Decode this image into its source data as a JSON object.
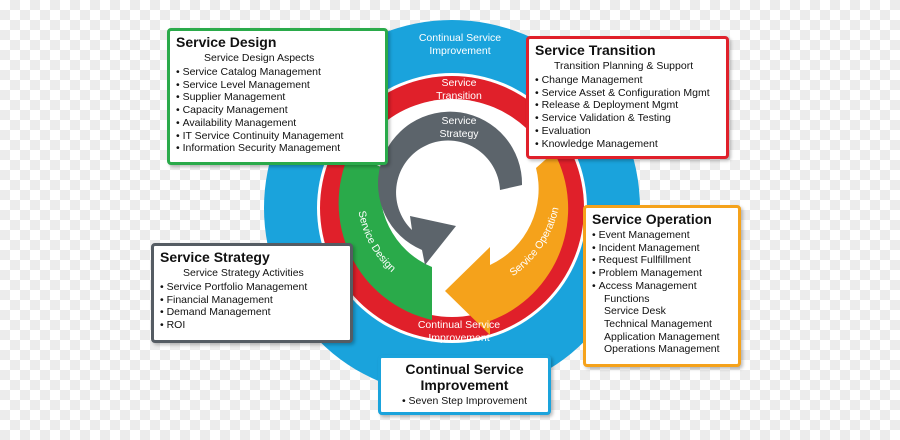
{
  "colors": {
    "csi": "#1aa3dc",
    "transition": "#e0202a",
    "design": "#2aaa4a",
    "operation": "#f5a21b",
    "strategy": "#5c646b",
    "inner": "#ffffff"
  },
  "ring_labels": {
    "csi_top": [
      "Continual Service",
      "Improvement"
    ],
    "csi_bottom": [
      "Continual Service",
      "Improvement"
    ],
    "transition": [
      "Service",
      "Transition"
    ],
    "strategy": [
      "Service",
      "Strategy"
    ],
    "design": "Service Design",
    "operation": "Service Operation"
  },
  "service_design": {
    "title": "Service Design",
    "subtitle": "Service Design Aspects",
    "items": [
      "Service Catalog Management",
      "Service Level Management",
      "Supplier Management",
      "Capacity Management",
      "Availability Management",
      "IT Service Continuity Management",
      "Information Security Management"
    ]
  },
  "service_transition": {
    "title": "Service Transition",
    "subtitle": "Transition Planning & Support",
    "items": [
      "Change Management",
      "Service Asset & Configuration Mgmt",
      "Release & Deployment Mgmt",
      "Service Validation & Testing",
      "Evaluation",
      "Knowledge Management"
    ]
  },
  "service_operation": {
    "title": "Service Operation",
    "items": [
      "Event Management",
      "Incident Management",
      "Request Fullfillment",
      "Problem Management",
      "Access Management"
    ],
    "sub_items": [
      "Functions",
      "Service Desk",
      "Technical Management",
      "Application Management",
      "Operations Management"
    ]
  },
  "service_strategy": {
    "title": "Service Strategy",
    "subtitle": "Service Strategy Activities",
    "items": [
      "Service Portfolio Management",
      "Financial Management",
      "Demand Management",
      "ROI"
    ]
  },
  "csi": {
    "title": "Continual Service Improvement",
    "items": [
      "Seven Step Improvement"
    ]
  }
}
